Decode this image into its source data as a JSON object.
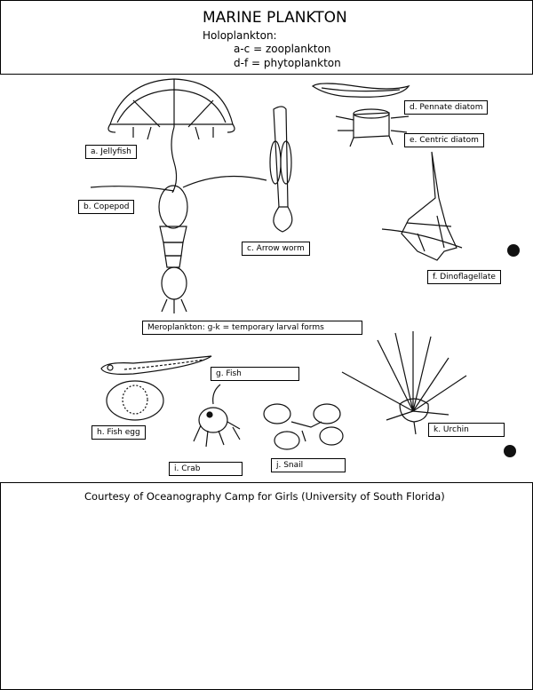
{
  "header": {
    "title": "MARINE PLANKTON",
    "holoplankton": "Holoplankton:",
    "zoo": "a-c = zooplankton",
    "phyto": "d-f = phytoplankton"
  },
  "labels": {
    "a": "a.  Jellyfish",
    "b": "b.  Copepod",
    "c": "c.  Arrow worm",
    "d": "d.  Pennate diatom",
    "e": "e.  Centric diatom",
    "f": "f.  Dinoflagellate",
    "mero": "Meroplankton:  g-k = temporary larval forms",
    "g": "g.  Fish",
    "h": "h.  Fish egg",
    "i": "i.  Crab",
    "j": "j.  Snail",
    "k": "k.  Urchin"
  },
  "footer": {
    "credit": "Courtesy of Oceanography Camp for Girls (University of South Florida)"
  }
}
